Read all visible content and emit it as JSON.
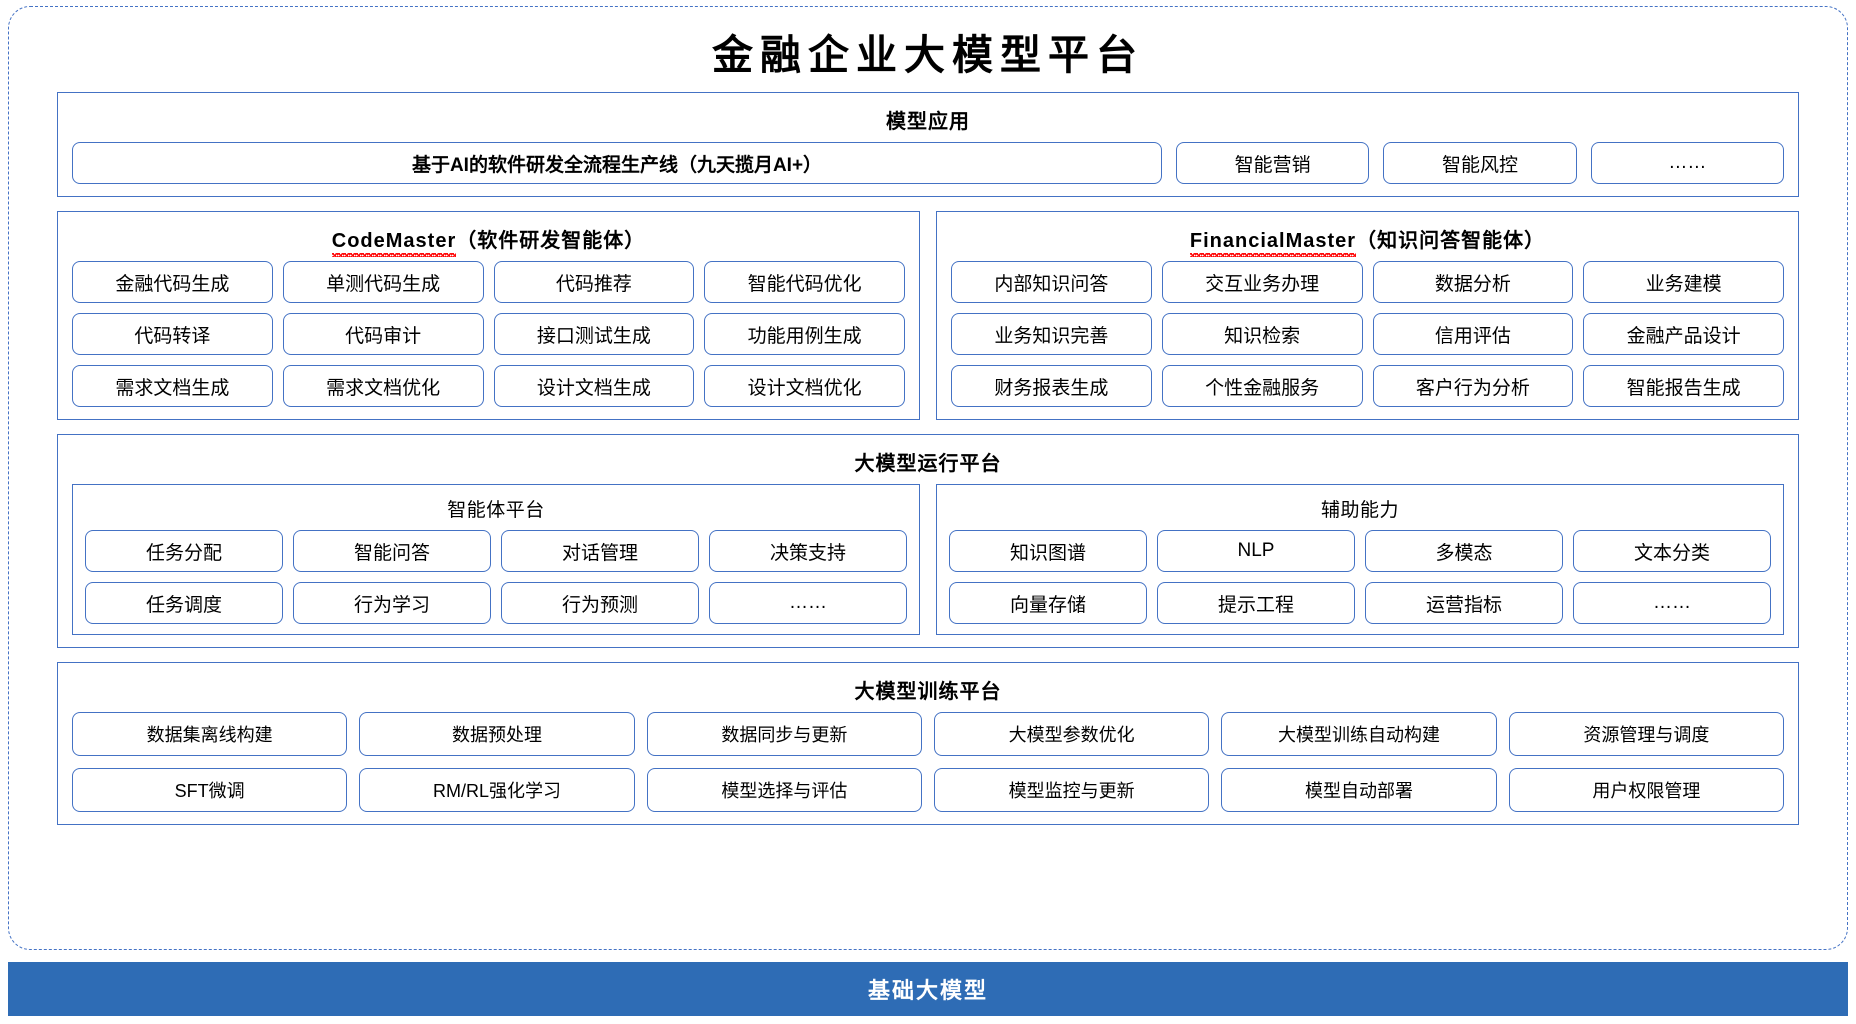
{
  "title": "金融企业大模型平台",
  "sections": {
    "model_application": {
      "title": "模型应用",
      "main_item": "基于AI的软件研发全流程生产线（九天揽月AI+）",
      "items": [
        "智能营销",
        "智能风控",
        "……"
      ]
    },
    "code_master": {
      "name": "CodeMaster",
      "suffix": "（软件研发智能体）",
      "spellcheck_underline": true,
      "items": [
        "金融代码生成",
        "单测代码生成",
        "代码推荐",
        "智能代码优化",
        "代码转译",
        "代码审计",
        "接口测试生成",
        "功能用例生成",
        "需求文档生成",
        "需求文档优化",
        "设计文档生成",
        "设计文档优化"
      ]
    },
    "financial_master": {
      "name": "FinancialMaster",
      "suffix": "（知识问答智能体）",
      "spellcheck_underline": true,
      "items": [
        "内部知识问答",
        "交互业务办理",
        "数据分析",
        "业务建模",
        "业务知识完善",
        "知识检索",
        "信用评估",
        "金融产品设计",
        "财务报表生成",
        "个性金融服务",
        "客户行为分析",
        "智能报告生成"
      ]
    },
    "runtime_platform": {
      "title": "大模型运行平台",
      "agent_platform": {
        "title": "智能体平台",
        "items": [
          "任务分配",
          "智能问答",
          "对话管理",
          "决策支持",
          "任务调度",
          "行为学习",
          "行为预测",
          "……"
        ]
      },
      "auxiliary": {
        "title": "辅助能力",
        "items": [
          "知识图谱",
          "NLP",
          "多模态",
          "文本分类",
          "向量存储",
          "提示工程",
          "运营指标",
          "……"
        ]
      }
    },
    "training_platform": {
      "title": "大模型训练平台",
      "items": [
        "数据集离线构建",
        "数据预处理",
        "数据同步与更新",
        "大模型参数优化",
        "大模型训练自动构建",
        "资源管理与调度",
        "SFT微调",
        "RM/RL强化学习",
        "模型选择与评估",
        "模型监控与更新",
        "模型自动部署",
        "用户权限管理"
      ]
    },
    "base_model": {
      "title": "基础大模型"
    }
  },
  "colors": {
    "border_blue": "#4472c4",
    "base_bar_blue": "#2e6cb5",
    "spellcheck_red": "#ff0000"
  }
}
